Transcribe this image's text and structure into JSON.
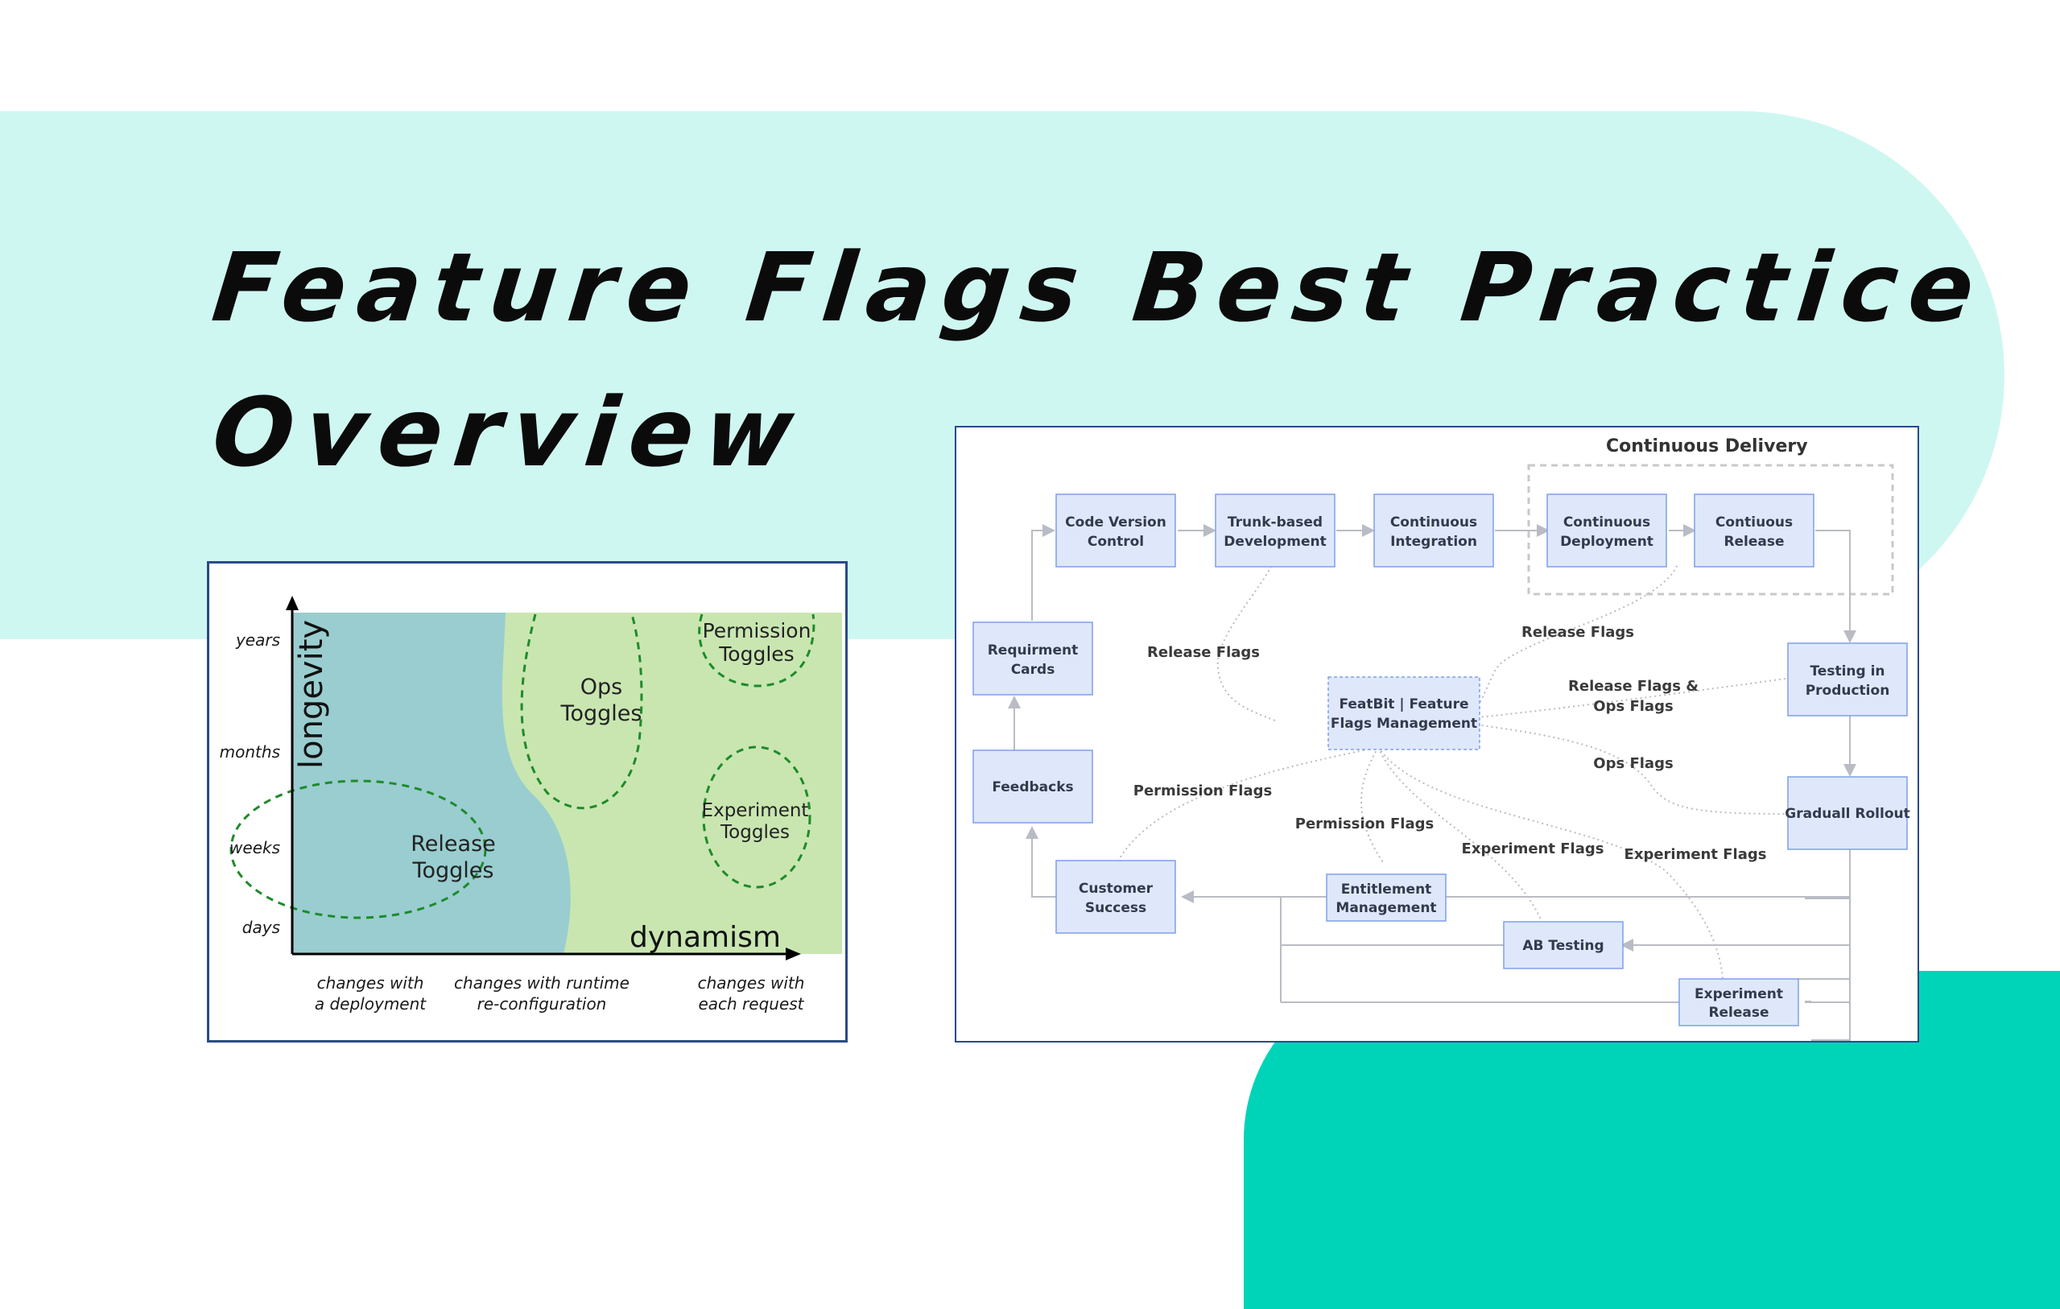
{
  "title": {
    "line1": "Feature Flags Best Practice",
    "line2": "Overview"
  },
  "toggle_chart": {
    "y_axis_label": "longevity",
    "x_axis_label": "dynamism",
    "y_ticks": [
      "years",
      "months",
      "weeks",
      "days"
    ],
    "x_ticks": [
      {
        "line1": "changes with",
        "line2": "a deployment"
      },
      {
        "line1": "changes with runtime",
        "line2": "re-configuration"
      },
      {
        "line1": "changes with",
        "line2": "each request"
      }
    ],
    "toggles": [
      {
        "line1": "Release",
        "line2": "Toggles"
      },
      {
        "line1": "Ops",
        "line2": "Toggles"
      },
      {
        "line1": "Permission",
        "line2": "Toggles"
      },
      {
        "line1": "Experiment",
        "line2": "Toggles"
      }
    ],
    "colors": {
      "blue_region": "#99cdd0",
      "green_region": "#c9e6b1",
      "dashed": "#1e8b2a"
    }
  },
  "flow": {
    "group_label": "Continuous Delivery",
    "nodes": {
      "code_version": {
        "line1": "Code Version",
        "line2": "Control"
      },
      "trunk": {
        "line1": "Trunk-based",
        "line2": "Development"
      },
      "ci": {
        "line1": "Continuous",
        "line2": "Integration"
      },
      "cd": {
        "line1": "Continuous",
        "line2": "Deployment"
      },
      "cr": {
        "line1": "Contiuous",
        "line2": "Release"
      },
      "req": {
        "line1": "Requirment",
        "line2": "Cards"
      },
      "testing": {
        "line1": "Testing in",
        "line2": "Production"
      },
      "featbit": {
        "line1": "FeatBit | Feature",
        "line2": "Flags Management"
      },
      "feedbacks": {
        "line1": "Feedbacks"
      },
      "rollout": {
        "line1": "Graduall Rollout"
      },
      "cs": {
        "line1": "Customer",
        "line2": "Success"
      },
      "ent": {
        "line1": "Entitlement",
        "line2": "Management"
      },
      "ab": {
        "line1": "AB Testing"
      },
      "exp": {
        "line1": "Experiment",
        "line2": "Release"
      }
    },
    "edge_labels": {
      "release_left": "Release Flags",
      "release_right": "Release Flags",
      "release_ops_1": "Release Flags &",
      "release_ops_2": "Ops Flags",
      "ops": "Ops Flags",
      "perm_left": "Permission Flags",
      "perm_mid": "Permission Flags",
      "exp_mid": "Experiment Flags",
      "exp_right": "Experiment Flags"
    },
    "colors": {
      "node_fill": "#dfe8fb",
      "node_stroke": "#7f9fe8",
      "edge": "#b9bcc4"
    }
  }
}
